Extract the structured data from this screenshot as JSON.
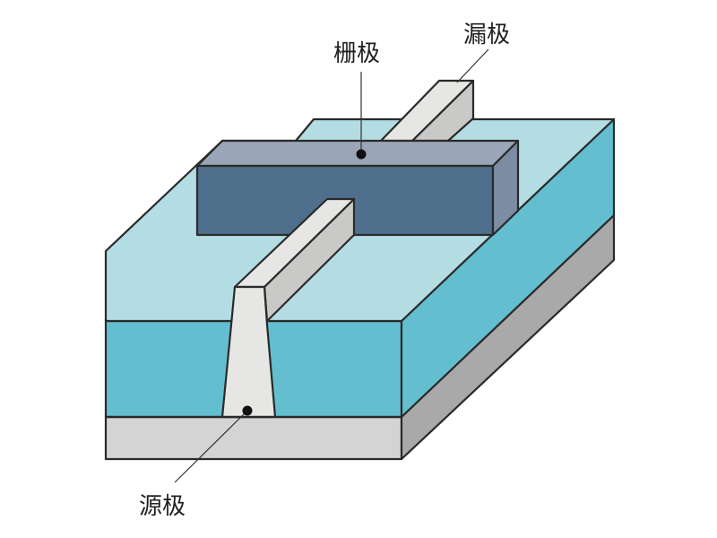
{
  "diagram": {
    "labels": {
      "gate": "栅极",
      "drain": "漏极",
      "source": "源极"
    },
    "colors": {
      "substrate_front": "#d4d4d4",
      "substrate_side": "#a9a9a9",
      "channel_front": "#63bfcf",
      "channel_side": "#63bfcf",
      "channel_top": "#b3dde3",
      "gate_top": "#9aa6b8",
      "gate_front": "#4f708c",
      "gate_side": "#7b8ca3",
      "electrode_top": "#e6e6e4",
      "electrode_side": "#c9c9c7"
    }
  }
}
